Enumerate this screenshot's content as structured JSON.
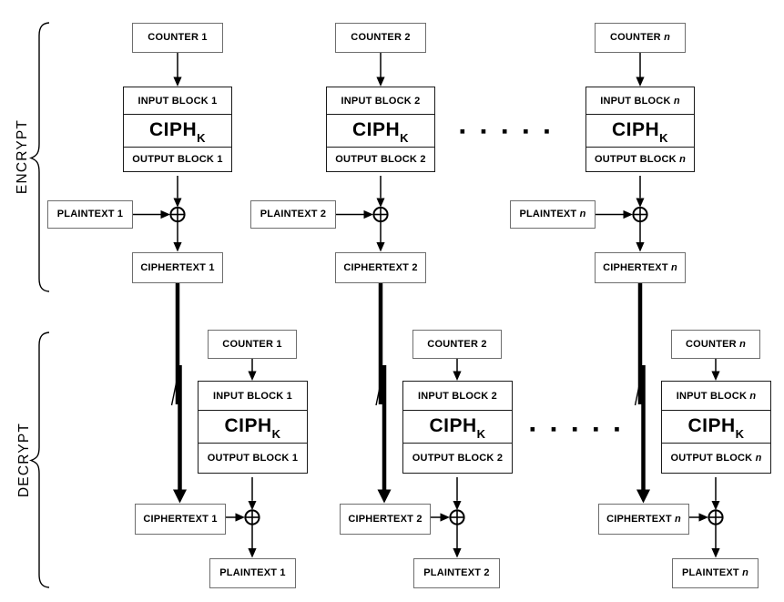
{
  "colors": {
    "ink": "#000000",
    "thin_box_border": "#6e6e6e",
    "paper": "#ffffff"
  },
  "sections": [
    {
      "label": "ENCRYPT",
      "dots": "■■■■■",
      "columns": [
        {
          "counter": "COUNTER",
          "index": "1",
          "input": "INPUT BLOCK",
          "cipher": "CIPH",
          "cipher_sub": "K",
          "output": "OUTPUT BLOCK",
          "operand": "PLAINTEXT",
          "result": "CIPHERTEXT"
        },
        {
          "counter": "COUNTER",
          "index": "2",
          "input": "INPUT BLOCK",
          "cipher": "CIPH",
          "cipher_sub": "K",
          "output": "OUTPUT BLOCK",
          "operand": "PLAINTEXT",
          "result": "CIPHERTEXT"
        },
        {
          "counter": "COUNTER",
          "index": "n",
          "input": "INPUT BLOCK",
          "cipher": "CIPH",
          "cipher_sub": "K",
          "output": "OUTPUT BLOCK",
          "operand": "PLAINTEXT",
          "result": "CIPHERTEXT"
        }
      ]
    },
    {
      "label": "DECRYPT",
      "dots": "■■■■■",
      "columns": [
        {
          "counter": "COUNTER",
          "index": "1",
          "input": "INPUT BLOCK",
          "cipher": "CIPH",
          "cipher_sub": "K",
          "output": "OUTPUT BLOCK",
          "operand": "CIPHERTEXT",
          "result": "PLAINTEXT"
        },
        {
          "counter": "COUNTER",
          "index": "2",
          "input": "INPUT BLOCK",
          "cipher": "CIPH",
          "cipher_sub": "K",
          "output": "OUTPUT BLOCK",
          "operand": "CIPHERTEXT",
          "result": "PLAINTEXT"
        },
        {
          "counter": "COUNTER",
          "index": "n",
          "input": "INPUT BLOCK",
          "cipher": "CIPH",
          "cipher_sub": "K",
          "output": "OUTPUT BLOCK",
          "operand": "CIPHERTEXT",
          "result": "PLAINTEXT"
        }
      ]
    }
  ]
}
